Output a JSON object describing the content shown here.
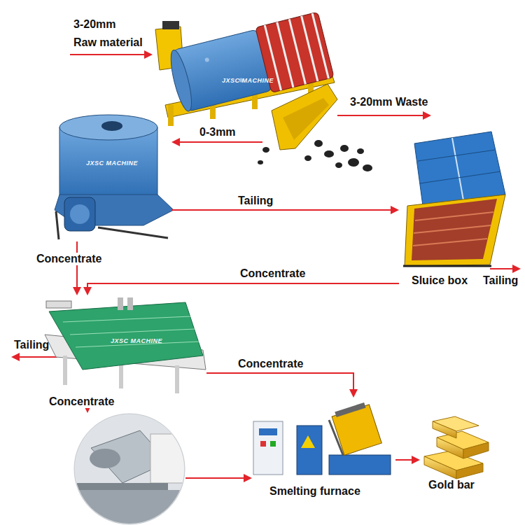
{
  "diagram": {
    "nodes": [
      {
        "text": [
          "JXSC MACHINE"
        ]
      },
      {
        "text": [
          "JXSC MACHINE"
        ]
      },
      {
        "text": [
          "Sluice box"
        ]
      },
      {
        "text": [
          "JXSC MACHINE"
        ]
      },
      {
        "text": []
      },
      {
        "text": [
          "Smelting furnace"
        ]
      },
      {
        "text": [
          "Gold bar"
        ]
      }
    ],
    "edges": [
      {
        "from": 0,
        "to": 1,
        "label": "0-3mm",
        "arrow": "to"
      },
      {
        "from": 1,
        "to": 2,
        "label": "Tailing",
        "arrow": "to"
      },
      {
        "from": 1,
        "to": 3,
        "label": "Concentrate",
        "arrow": "to"
      },
      {
        "from": 2,
        "to": 3,
        "label": "Concentrate",
        "arrow": "to"
      },
      {
        "from": 3,
        "to": 4,
        "label": "Concentrate",
        "arrow": "to"
      },
      {
        "from": 3,
        "to": 5,
        "label": "Concentrate",
        "arrow": "to"
      },
      {
        "from": 4,
        "to": 5,
        "arrow": "to"
      },
      {
        "from": 5,
        "to": 6,
        "arrow": "to"
      }
    ],
    "labels": [
      "3-20mm",
      "Raw material",
      "3-20mm Waste",
      "Tailing",
      "Tailing"
    ]
  }
}
